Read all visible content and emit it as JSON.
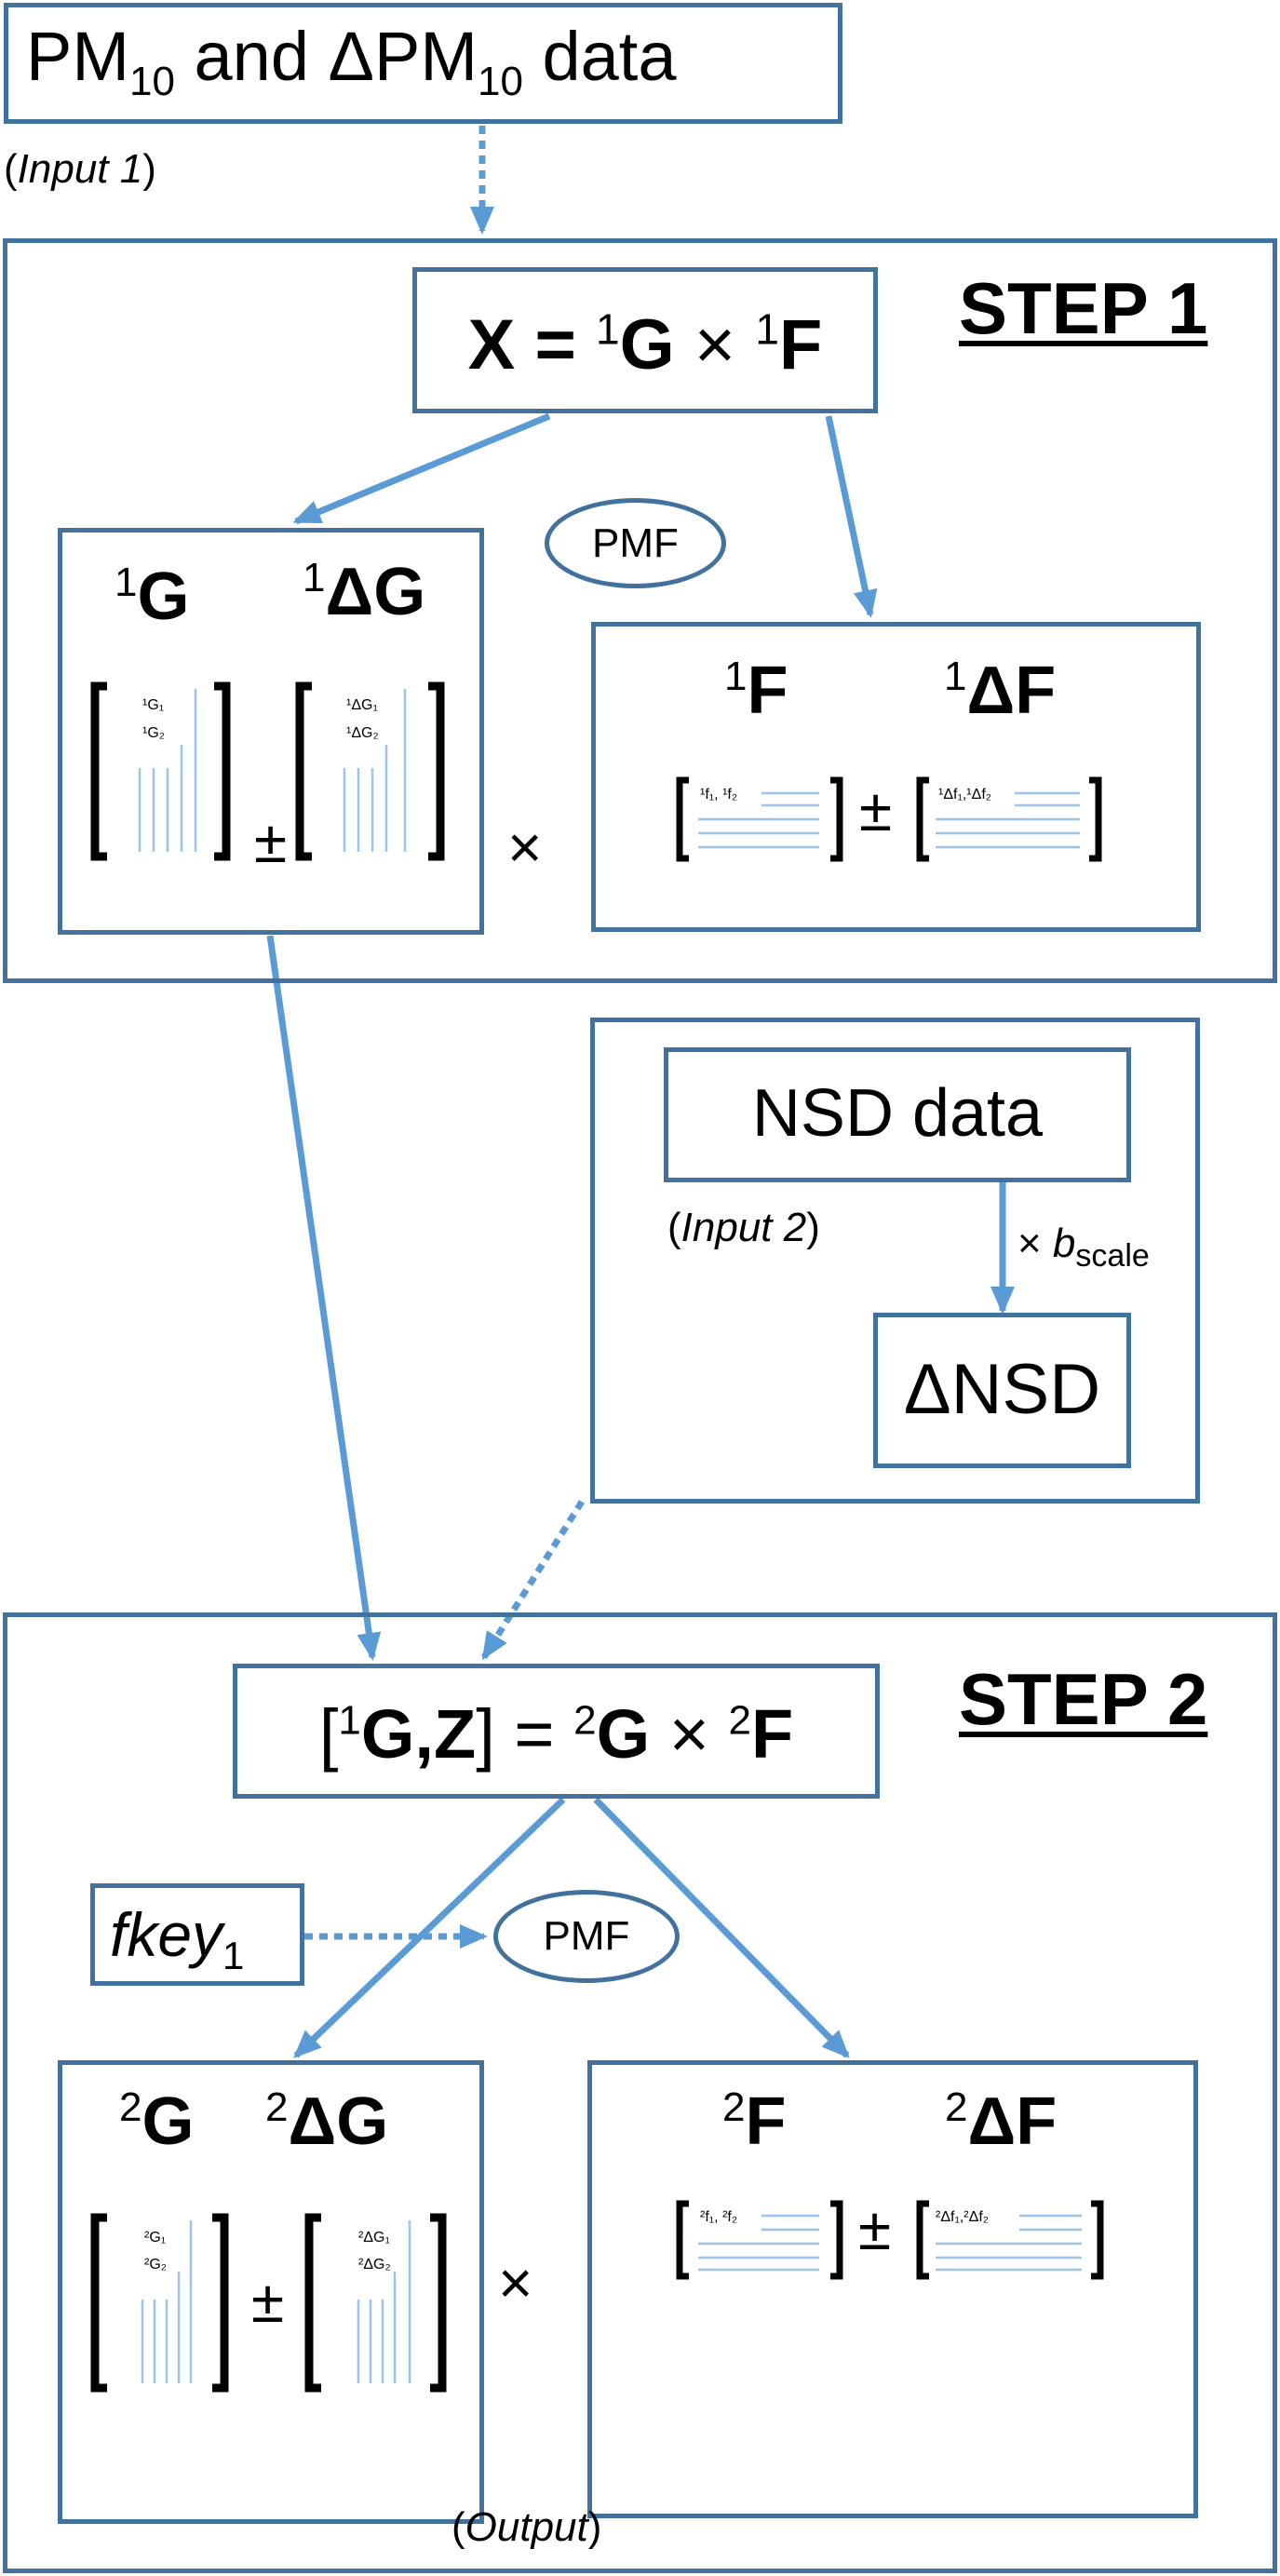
{
  "input1": {
    "prefix": "PM",
    "sub1": "10",
    "middle": " and ΔPM",
    "sub2": "10",
    "suffix": " data",
    "caption_open": "(",
    "caption_text": "Input 1",
    "caption_close": ")"
  },
  "step1": {
    "title": "STEP 1",
    "equation": {
      "x": "X = ",
      "sup1": "1",
      "g": "G",
      "times": " × ",
      "sup2": "1",
      "f": "F"
    },
    "pmf": "PMF",
    "left_panel": {
      "g_sup": "1",
      "g_label": "G",
      "dg_sup": "1",
      "dg_label": "ΔG",
      "g_rows": [
        "¹G₁",
        "¹G₂"
      ],
      "dg_rows": [
        "¹ΔG₁",
        "¹ΔG₂"
      ],
      "pm": "±",
      "times": "×"
    },
    "right_panel": {
      "f_sup": "1",
      "f_label": "F",
      "df_sup": "1",
      "df_label": "ΔF",
      "f_row": "¹f₁, ¹f₂",
      "df_row": "¹Δf₁,¹Δf₂",
      "pm": "±"
    }
  },
  "input2": {
    "nsd": "NSD data",
    "caption_open": "(",
    "caption_text": "Input 2",
    "caption_close": ")",
    "scale_times": "× ",
    "scale_b": "b",
    "scale_sub": "scale",
    "dnsd": "ΔNSD"
  },
  "step2": {
    "title": "STEP 2",
    "equation": {
      "open": "[",
      "sup1": "1",
      "gz": "G,Z",
      "close": "] = ",
      "sup2": "2",
      "g": "G",
      "times": " × ",
      "sup3": "2",
      "f": "F"
    },
    "fkey_text": "fkey",
    "fkey_sub": "1",
    "pmf": "PMF",
    "left_panel": {
      "g_sup": "2",
      "g_label": "G",
      "dg_sup": "2",
      "dg_label": "ΔG",
      "g_rows": [
        "²G₁",
        "²G₂"
      ],
      "dg_rows": [
        "²ΔG₁",
        "²ΔG₂"
      ],
      "pm": "±",
      "times": "×"
    },
    "right_panel": {
      "f_sup": "2",
      "f_label": "F",
      "df_sup": "2",
      "df_label": "ΔF",
      "f_row": "²f₁, ²f₂",
      "df_row": "²Δf₁,²Δf₂",
      "pm": "±"
    },
    "output_open": "(",
    "output_text": "Output",
    "output_close": ")"
  },
  "colors": {
    "border": "#41719c",
    "arrow": "#5b9bd5",
    "matrix_line": "#9dc3e6"
  }
}
